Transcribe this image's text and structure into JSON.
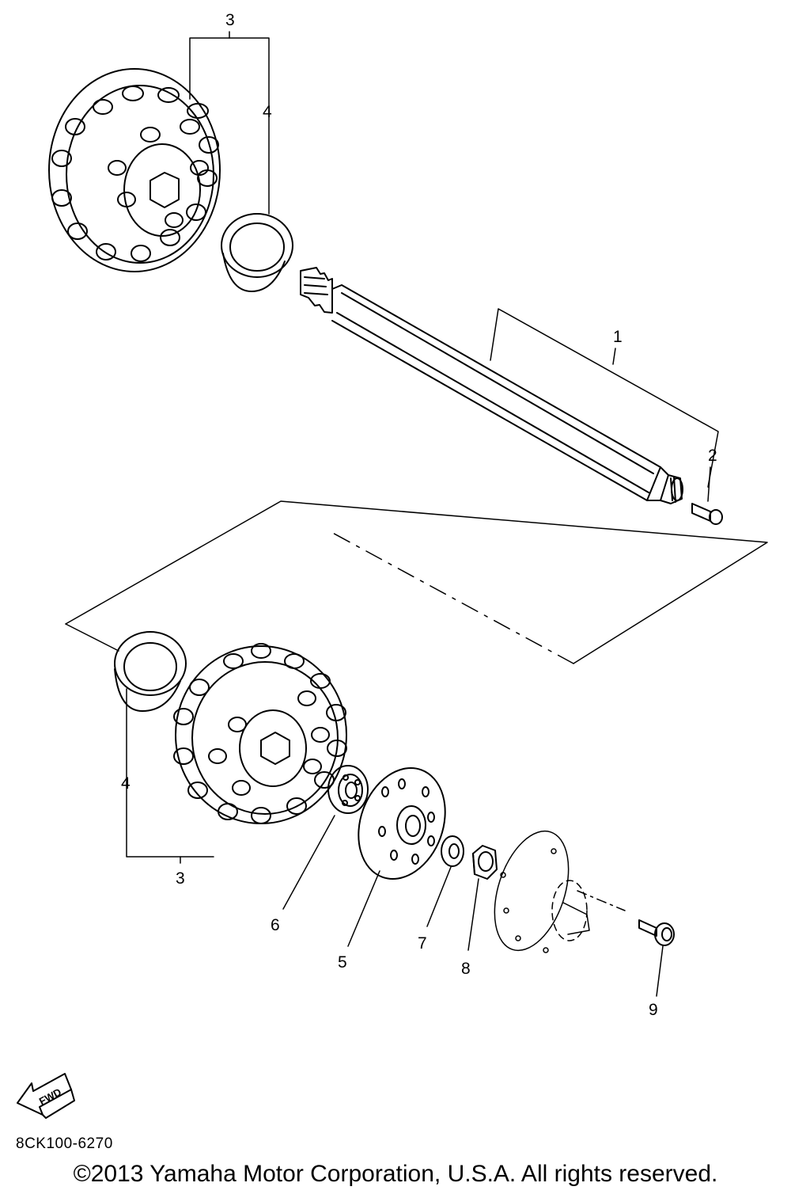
{
  "callouts": {
    "c1": "1",
    "c2": "2",
    "c3_top": "3",
    "c4_top": "4",
    "c4_bottom": "4",
    "c3_bottom": "3",
    "c5": "5",
    "c6": "6",
    "c7": "7",
    "c8": "8",
    "c9": "9"
  },
  "fwd_label": "FWD",
  "part_code": "8CK100-6270",
  "copyright": "©2013 Yamaha Motor Corporation, U.S.A. All rights reserved."
}
